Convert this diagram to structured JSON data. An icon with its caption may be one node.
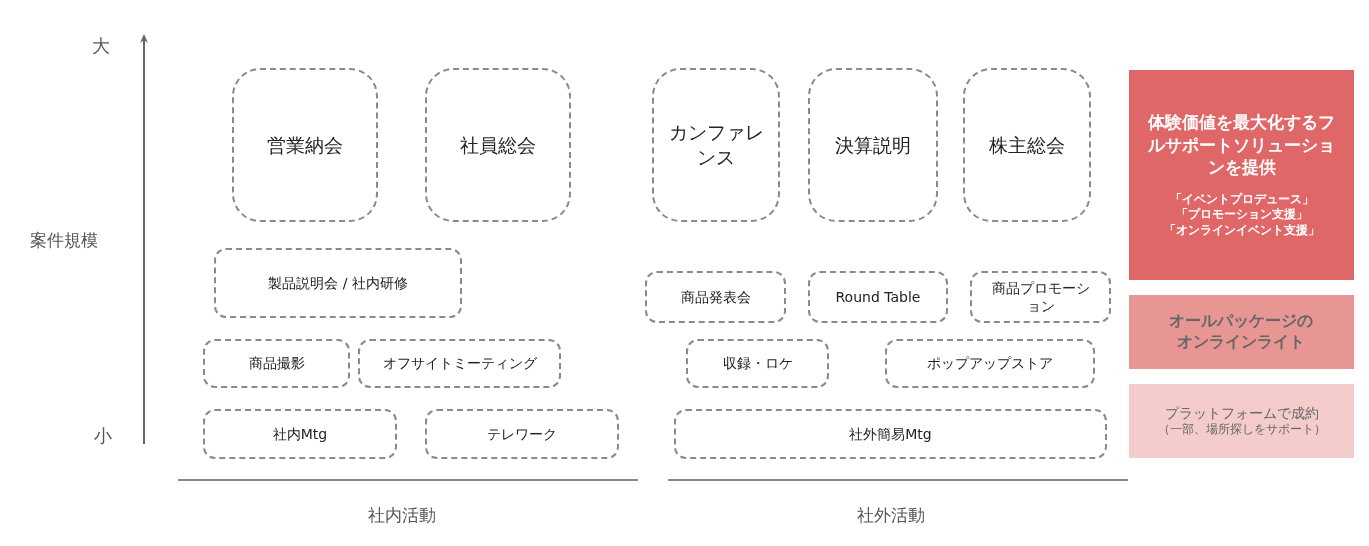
{
  "diagram": {
    "nodes": [
      {
        "text": [
          "営業納会"
        ]
      },
      {
        "text": [
          "社員総会"
        ]
      },
      {
        "text": [
          "カンファレンス"
        ]
      },
      {
        "text": [
          "決算説明"
        ]
      },
      {
        "text": [
          "株主総会"
        ]
      },
      {
        "text": [
          "製品説明会 / 社内研修"
        ]
      },
      {
        "text": [
          "商品発表会"
        ]
      },
      {
        "text": [
          "Round Table"
        ]
      },
      {
        "text": [
          "商品プロモーション"
        ]
      },
      {
        "text": [
          "商品撮影"
        ]
      },
      {
        "text": [
          "オフサイトミーティング"
        ]
      },
      {
        "text": [
          "収録・ロケ"
        ]
      },
      {
        "text": [
          "ポップアップストア"
        ]
      },
      {
        "text": [
          "社内Mtg"
        ]
      },
      {
        "text": [
          "テレワーク"
        ]
      },
      {
        "text": [
          "社外簡易Mtg"
        ]
      },
      {
        "text": [
          "体験価値を最大化するフルサポートソリューションを提供",
          "「イベントプロデュース」",
          "「プロモーション支援」",
          "「オンラインイベント支援」"
        ]
      },
      {
        "text": [
          "オールパッケージのオンラインライト"
        ]
      },
      {
        "text": [
          "プラットフォームで成約",
          "（一部、場所探しをサポート）"
        ]
      }
    ],
    "labels": [
      "大",
      "案件規模",
      "小",
      "社内活動",
      "社外活動"
    ]
  }
}
